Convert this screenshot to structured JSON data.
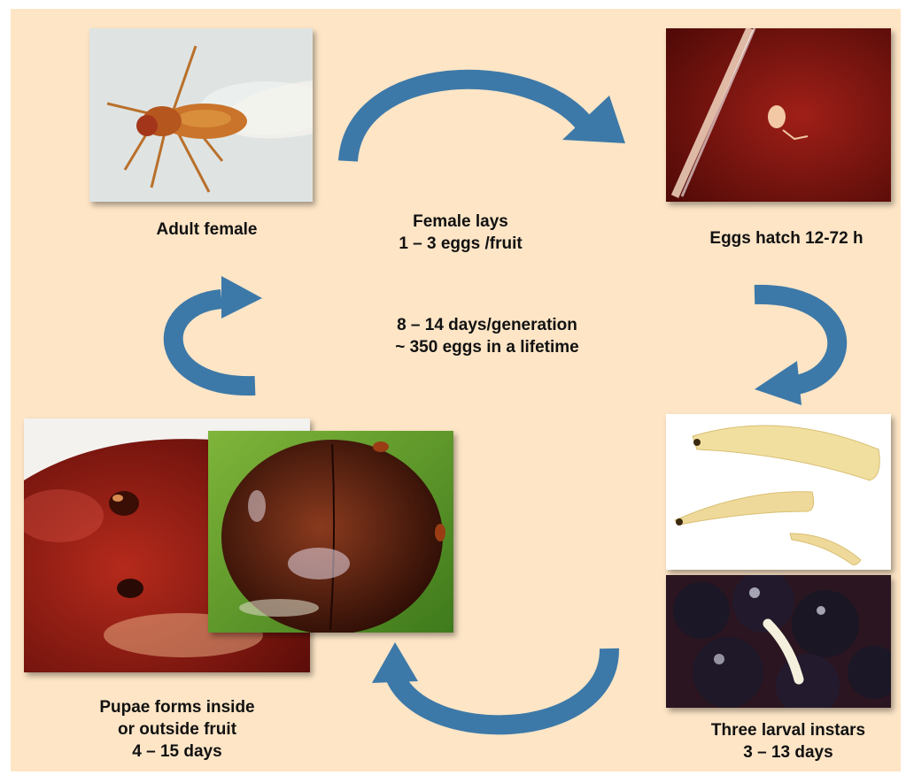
{
  "stages": {
    "adult": {
      "label": "Adult female"
    },
    "eggs": {
      "label": "Eggs hatch 12-72 h"
    },
    "larvae": {
      "line1": "Three larval instars",
      "line2": "3 – 13 days"
    },
    "pupae": {
      "line1": "Pupae forms inside",
      "line2": "or outside fruit",
      "line3": "4 – 15 days"
    }
  },
  "center": {
    "laying": {
      "line1": "Female lays",
      "line2": "1 – 3 eggs /fruit"
    },
    "generation": {
      "line1": "8 – 14 days/generation",
      "line2": "~ 350 eggs in a lifetime"
    }
  },
  "colors": {
    "background": "#fde5c6",
    "arrow": "#3d79a8",
    "arrow_shade": "#2c5f88"
  }
}
